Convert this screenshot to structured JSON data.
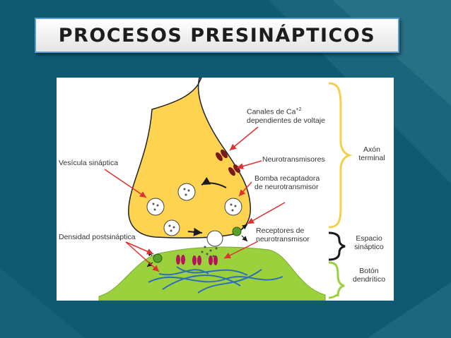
{
  "title": "PROCESOS PRESINÁPTICOS",
  "labels": {
    "calcium_line1": "Canales de Ca",
    "calcium_sup": "+2",
    "calcium_line2": "dependientes de voltaje",
    "vesicle": "Vesícula sináptica",
    "neurotransmitters": "Neurotransmisores",
    "pump_line1": "Bomba recaptadora",
    "pump_line2": "de neurotransmisor",
    "receptors_line1": "Receptores de",
    "receptors_line2": "neurotransmisor",
    "density": "Densidad postsináptica",
    "axon_line1": "Axón",
    "axon_line2": "terminal",
    "cleft_line1": "Espacio",
    "cleft_line2": "sináptico",
    "button_line1": "Botón",
    "button_line2": "dendrítico"
  },
  "colors": {
    "background": "#0d5a72",
    "axon": "#fdd34f",
    "dendrite": "#9bd13d",
    "channel": "#7a1a1a",
    "receptor": "#b3145a",
    "pump": "#5aa02c",
    "bracket_axon": "#f4d04a",
    "bracket_cleft": "#1a1a1a",
    "bracket_button": "#9bd13d",
    "arrow": "#e03030"
  }
}
